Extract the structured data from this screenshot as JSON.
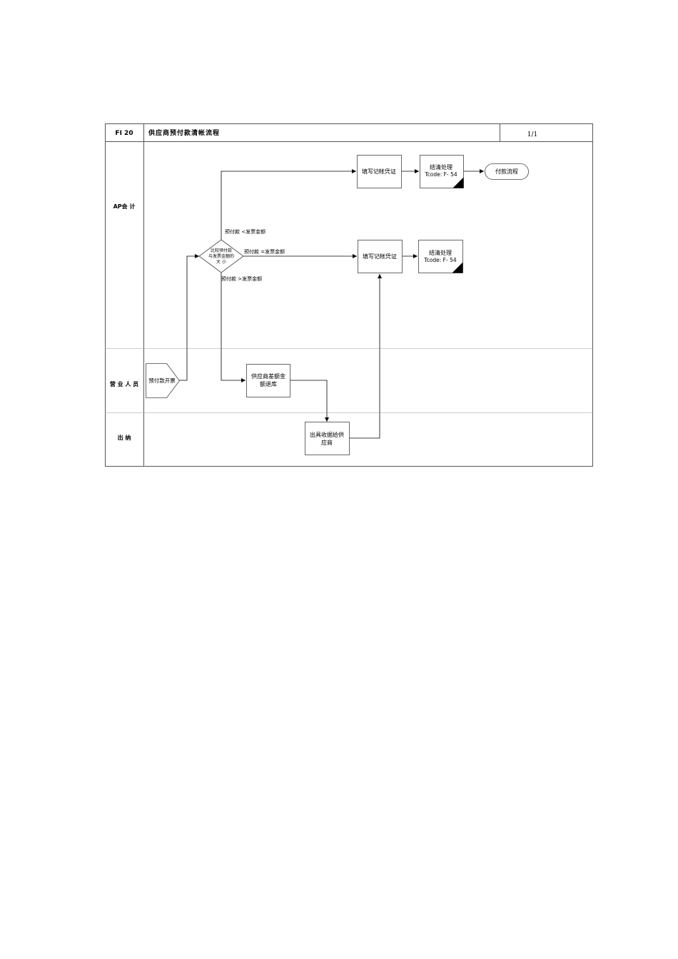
{
  "header": {
    "code": "FI 20",
    "title": "供应商预付款清帐流程",
    "page": "1/1"
  },
  "lanes": {
    "ap": "AP会 计",
    "sales": "营 业 人 员",
    "cashier": "出 纳"
  },
  "nodes": {
    "fill_voucher_1": "填写记帐凭证",
    "clear_1_line1": "结清处理",
    "clear_1_line2": "Tcode: F- 54",
    "payment_flow": "付款流程",
    "fill_voucher_2": "填写记帐凭证",
    "clear_2_line1": "结清处理",
    "clear_2_line2": "Tcode: F- 54",
    "compare_line1": "比较预付款",
    "compare_line2": "与发票金额的",
    "compare_line3": "大 小",
    "prepay_invoice": "预付款开票",
    "refund_line1": "供应商差额金",
    "refund_line2": "额退库",
    "cashier_line1": "出具收据给供",
    "cashier_line2": "应商"
  },
  "edges": {
    "less_than": "预付款 <发票金额",
    "equal": "预付款 =发票金额",
    "greater_than": "预付款 >发票金额"
  }
}
